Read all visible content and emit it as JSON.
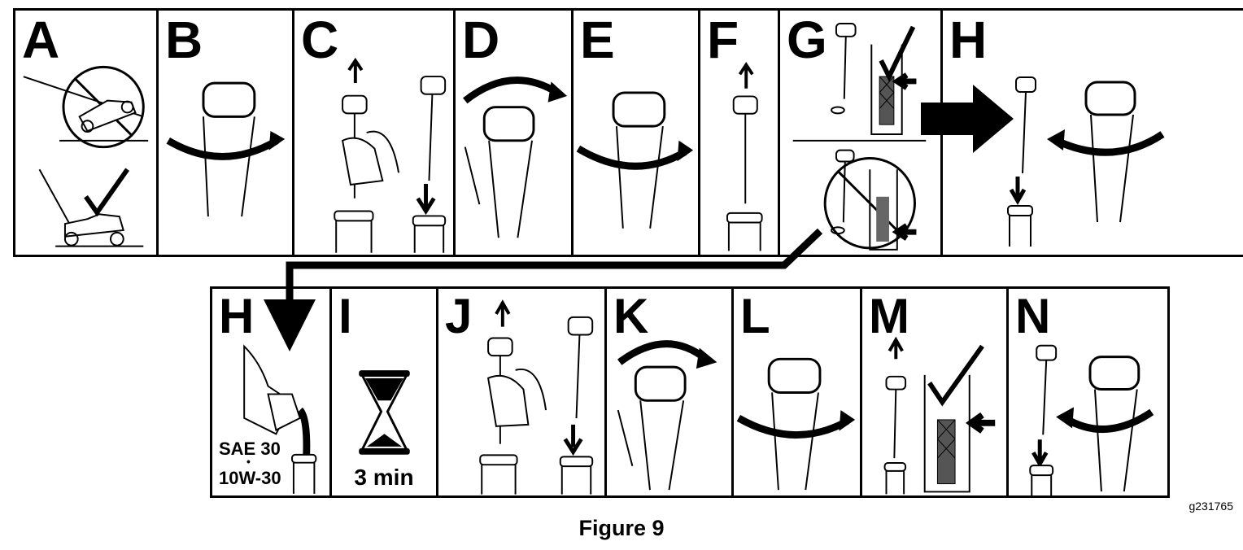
{
  "row1": [
    "A",
    "B",
    "C",
    "D",
    "E",
    "F",
    "G",
    "H"
  ],
  "row2": [
    "H",
    "I",
    "J",
    "K",
    "L",
    "M",
    "N"
  ],
  "oil": {
    "line1": "SAE 30",
    "dot": "•",
    "line2": "10W-30"
  },
  "wait": "3 min",
  "caption": "Figure 9",
  "graphic_id": "g231765"
}
